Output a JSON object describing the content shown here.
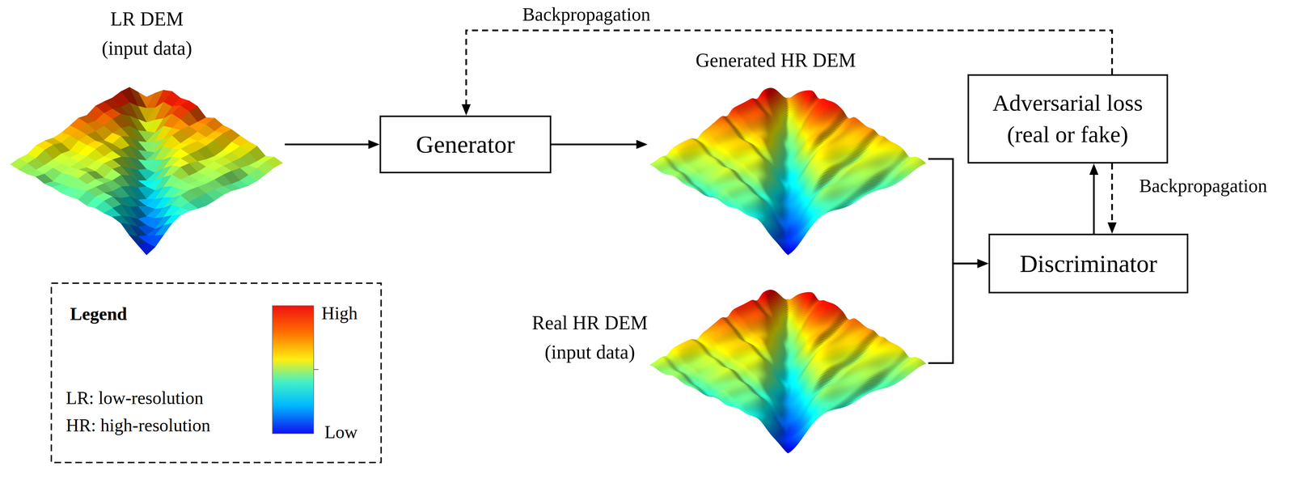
{
  "diagram": {
    "nodes": [
      {
        "text": [
          "LR DEM (input data)"
        ]
      },
      {
        "text": [
          "Generator"
        ]
      },
      {
        "text": [
          "Generated HR DEM"
        ]
      },
      {
        "text": [
          "Real HR DEM (input data)"
        ]
      },
      {
        "text": [
          "Adversarial loss (real or fake)"
        ]
      },
      {
        "text": [
          "Discriminator"
        ]
      }
    ],
    "edges": [
      {
        "from": 0,
        "to": 1,
        "arrow": "to"
      },
      {
        "from": 1,
        "to": 2,
        "arrow": "to"
      },
      {
        "from": 2,
        "to": 5,
        "arrow": "to"
      },
      {
        "from": 3,
        "to": 5,
        "arrow": "to"
      },
      {
        "from": 5,
        "to": 4,
        "arrow": "to"
      },
      {
        "from": 4,
        "to": 1,
        "label": "Backpropagation",
        "arrow": "to"
      },
      {
        "from": 4,
        "to": 5,
        "label": "Backpropagation",
        "arrow": "to"
      }
    ],
    "labels": [
      "Legend",
      "LR: low-resolution",
      "HR: high-resolution"
    ],
    "legend": [
      {
        "text": "High",
        "color": "#f01010"
      },
      {
        "text": "Low",
        "color": "#1010f0"
      }
    ]
  }
}
